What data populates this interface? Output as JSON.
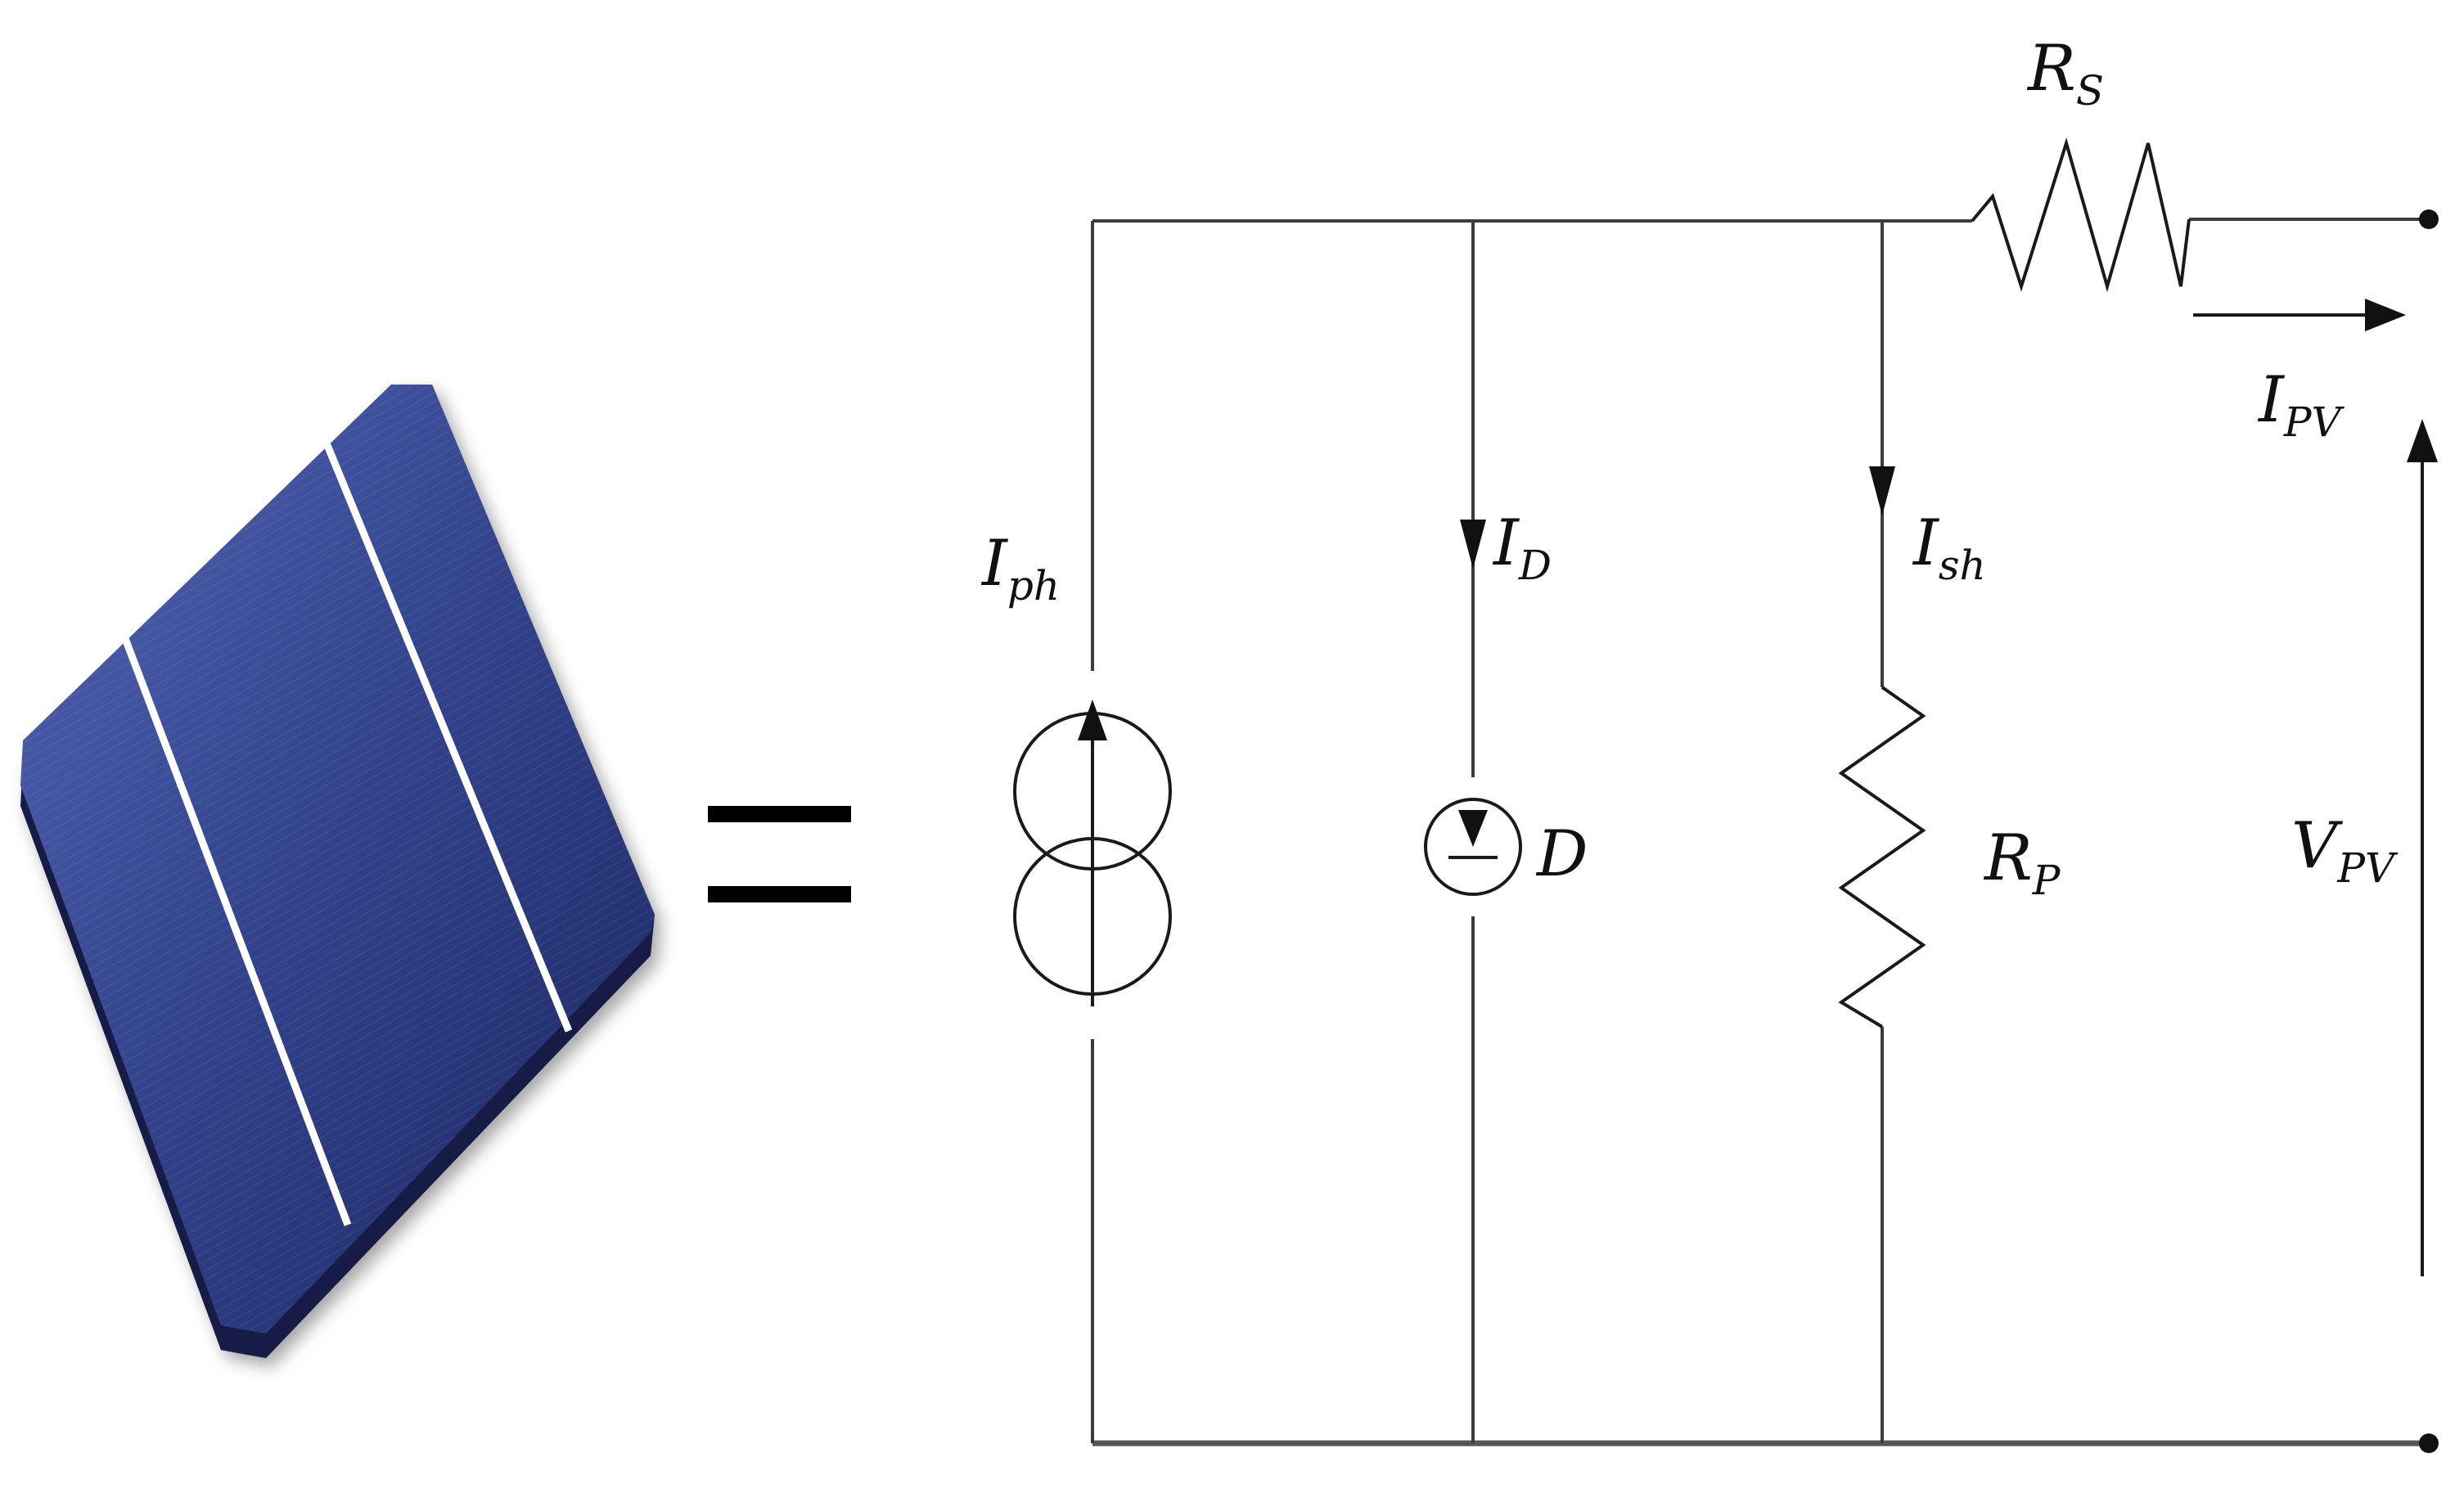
{
  "labels": {
    "rs": {
      "main": "R",
      "sub": "S"
    },
    "ipv": {
      "main": "I",
      "sub": "PV"
    },
    "iph": {
      "main": "I",
      "sub": "ph"
    },
    "id": {
      "main": "I",
      "sub": "D"
    },
    "ish": {
      "main": "I",
      "sub": "sh"
    },
    "d": "D",
    "rp": {
      "main": "R",
      "sub": "P"
    },
    "vpv": {
      "main": "V",
      "sub": "PV"
    }
  },
  "colors": {
    "wire": "#3c3c3c",
    "cell_dark": "#1e2a66",
    "cell_mid": "#3a4b9c",
    "busbar": "#ffffff"
  },
  "icons": {
    "solar_cell": "solar-cell-photo",
    "equals": "equals-sign"
  }
}
